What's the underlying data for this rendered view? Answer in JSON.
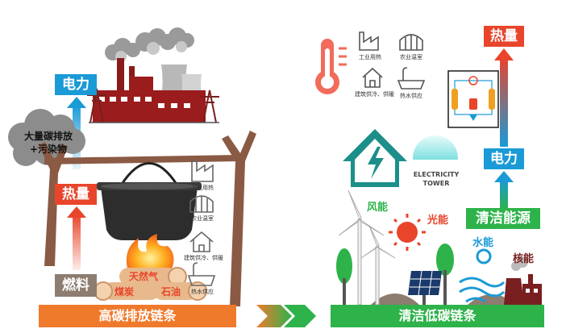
{
  "left": {
    "power": "电力",
    "heat": "热量",
    "fuel": "燃料",
    "emission_line1": "大量碳排放",
    "emission_line2": "+污染物",
    "fuels": [
      "天然气",
      "煤炭",
      "石油"
    ],
    "uses": [
      "工业用热",
      "农业温室",
      "建筑供冷、供暖",
      "热水供应"
    ],
    "bottom_label": "高碳排放链条"
  },
  "right": {
    "heat": "热量",
    "power": "电力",
    "clean_source": "清洁能源",
    "uses": [
      "工业用热",
      "农业温室",
      "建筑供冷、供暖",
      "热水供应"
    ],
    "tower_line1": "ELECTRICITY",
    "tower_line2": "TOWER",
    "wind": "风能",
    "solar": "光能",
    "hydro": "水能",
    "nuclear": "核能",
    "bottom_label": "清洁低碳链条"
  },
  "colors": {
    "blue": "#1a9ad6",
    "red": "#e8452b",
    "orange": "#f07a2c",
    "green": "#2eb34a",
    "teal": "#1c8f8a",
    "brown": "#8a5a44",
    "darkred": "#7a1f1f"
  }
}
